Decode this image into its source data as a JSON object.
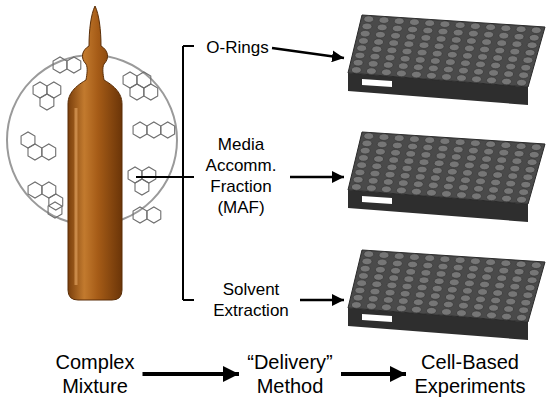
{
  "diagram": {
    "nodes": [
      {
        "text": [
          "Complex Mixture"
        ]
      },
      {
        "text": [
          "“Delivery” Method"
        ]
      },
      {
        "text": [
          "Cell-Based Experiments"
        ]
      }
    ],
    "edges": [
      {
        "from": 0,
        "to": 1,
        "arrow": "to"
      },
      {
        "from": 1,
        "to": 2,
        "arrow": "to"
      }
    ],
    "labels": [
      "O-Rings",
      "Media Accomm. Fraction (MAF)",
      "Solvent Extraction"
    ]
  }
}
